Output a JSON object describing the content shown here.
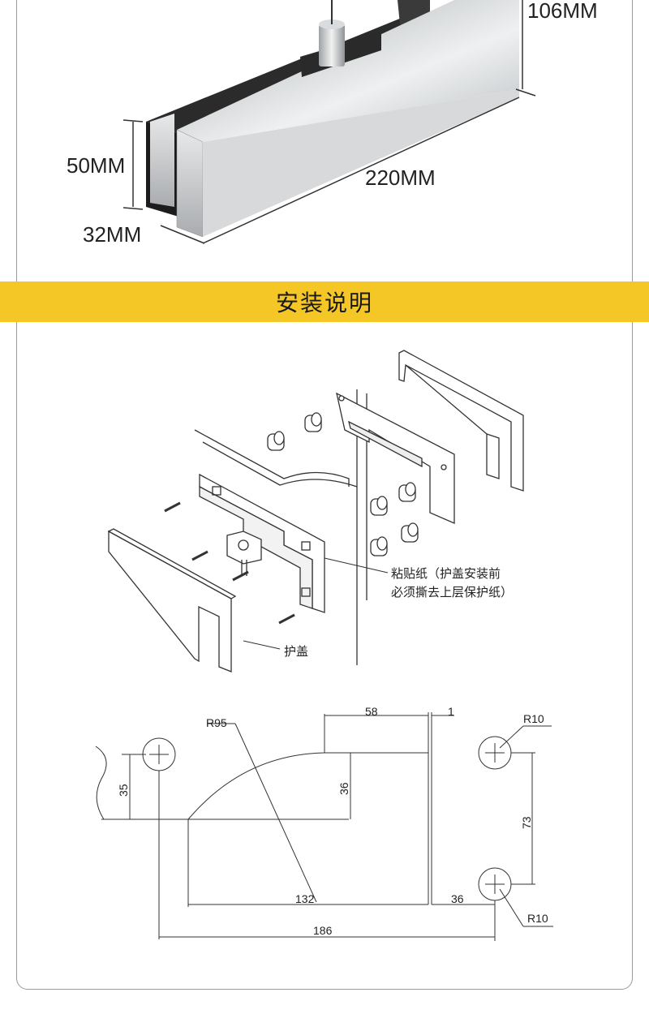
{
  "section_title": "安装说明",
  "product_dimensions": {
    "height": "106MM",
    "thickness": "50MM",
    "length": "220MM",
    "depth": "32MM"
  },
  "exploded_view": {
    "sticker_label_line1": "粘贴纸（护盖安装前",
    "sticker_label_line2": "必须撕去上层保护纸）",
    "cover_label": "护盖"
  },
  "technical_drawing": {
    "radius_large": "R95",
    "dim_58": "58",
    "dim_1": "1",
    "radius_top": "R10",
    "dim_35": "35",
    "dim_36_vertical": "36",
    "dim_73": "73",
    "dim_132": "132",
    "dim_36_horizontal": "36",
    "radius_bottom": "R10",
    "dim_186": "186"
  },
  "colors": {
    "band": "#f5c726",
    "frame_border": "#9a9a9a",
    "line": "#333333"
  }
}
